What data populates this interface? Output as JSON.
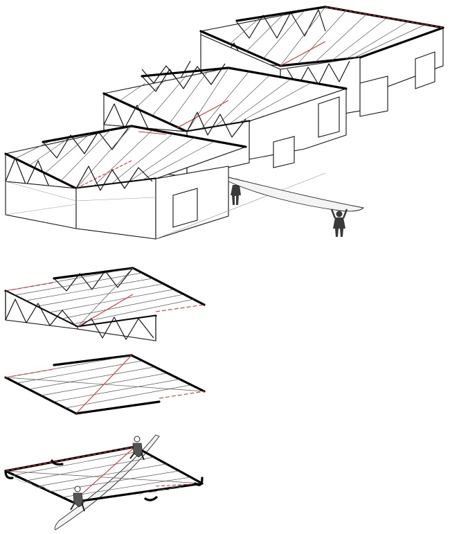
{
  "figure": {
    "illustrations": [
      {
        "id": "assembled-hangars",
        "modules": 3,
        "people": 2
      },
      {
        "id": "single-roof-module",
        "layers": [
          "truss-frame",
          "tensile-surface"
        ]
      },
      {
        "id": "roof-membrane"
      },
      {
        "id": "membrane-install",
        "people": 2
      }
    ],
    "colors": {
      "outline": "#000000",
      "cable": "#555555",
      "seam": "#e0322b",
      "figure": "#3a3a3a",
      "background": "#ffffff"
    }
  }
}
